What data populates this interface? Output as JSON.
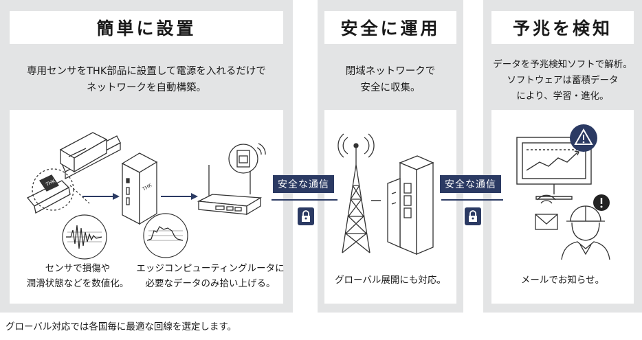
{
  "panels": [
    {
      "title": "簡単に設置",
      "desc_lines": [
        "専用センサをTHK部品に設置して電源を入れるだけで",
        "ネットワークを自動構築。"
      ],
      "captions": [
        {
          "lines": [
            "センサで損傷や",
            "潤滑状態などを数値化。"
          ]
        },
        {
          "lines": [
            "エッジコンピューティングルータに",
            "必要なデータのみ拾い上げる。"
          ]
        }
      ]
    },
    {
      "title": "安全に運用",
      "desc_lines": [
        "閉域ネットワークで",
        "安全に収集。"
      ],
      "captions": [
        {
          "lines": [
            "グローバル展開にも対応。"
          ]
        }
      ]
    },
    {
      "title": "予兆を検知",
      "desc_lines": [
        "データを予兆検知ソフトで解析。",
        "ソフトウェアは蓄積データ",
        "により、学習・進化。"
      ],
      "captions": [
        {
          "lines": [
            "メールでお知らせ。"
          ]
        }
      ]
    }
  ],
  "comm_labels": [
    "安全な通信",
    "安全な通信"
  ],
  "footnote": "グローバル対応では各国毎に最適な回線を選定します。",
  "colors": {
    "navy": "#2b3a63",
    "panel_bg": "#e3e4e5",
    "inner_bg": "#ffffff"
  },
  "icons": [
    "linear-guide-icon",
    "sensor-waveform-icon",
    "edge-computer-icon",
    "router-icon",
    "sim-card-icon",
    "lock-icon",
    "antenna-tower-icon",
    "server-icon",
    "monitor-chart-icon",
    "warning-icon",
    "mail-icon",
    "worker-icon",
    "exclamation-icon"
  ]
}
